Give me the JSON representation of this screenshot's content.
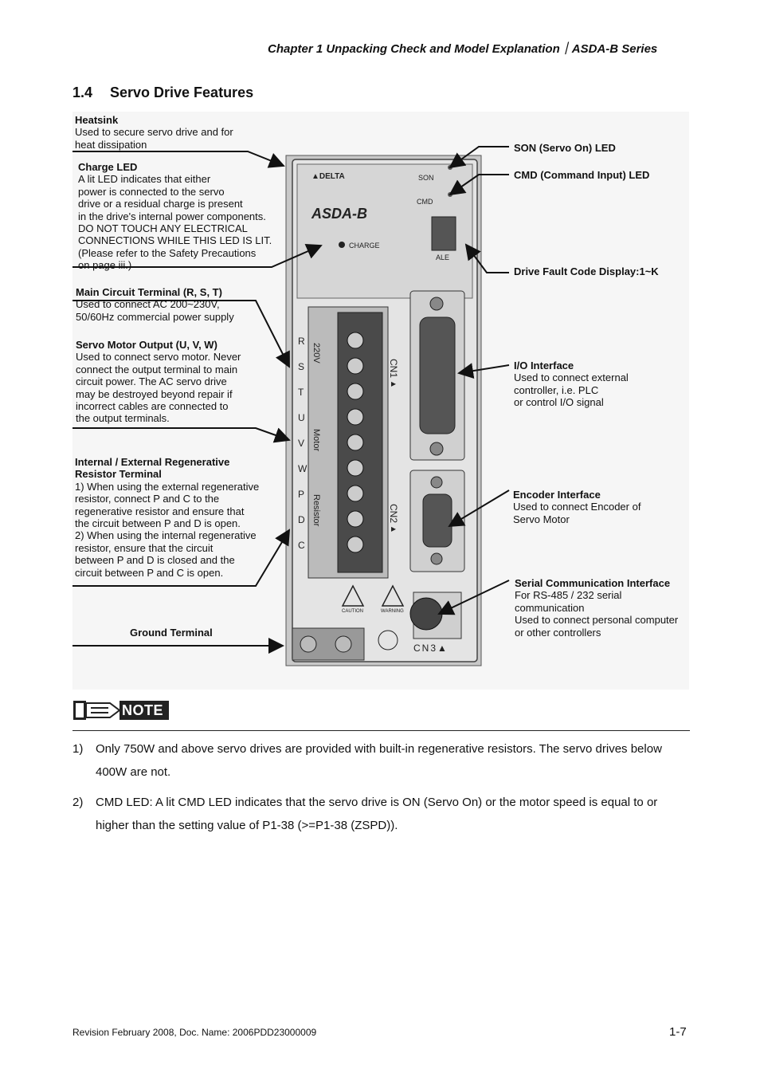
{
  "header": {
    "text": "Chapter 1  Unpacking Check and Model Explanation｜ASDA-B Series"
  },
  "section": {
    "number": "1.4",
    "title": "Servo Drive Features"
  },
  "figure": {
    "left_labels": [
      {
        "title": "Heatsink",
        "desc": "Used to secure servo drive and for\nheat dissipation"
      },
      {
        "title": "Charge LED",
        "desc": "A lit LED indicates that either\npower is connected to the servo\ndrive or a residual charge is present\nin the drive's internal power components.\nDO NOT TOUCH ANY ELECTRICAL\nCONNECTIONS WHILE THIS LED IS LIT.\n(Please refer to the Safety Precautions\n on page iii.)"
      },
      {
        "title": "Main Circuit Terminal (R, S, T)",
        "desc": "Used to connect AC 200~230V,\n50/60Hz commercial power supply"
      },
      {
        "title": "Servo Motor Output (U, V, W)",
        "desc": "Used to connect servo motor. Never\nconnect the output terminal to main\ncircuit power. The AC servo drive\nmay be destroyed beyond repair if\nincorrect cables are connected to\nthe output terminals."
      },
      {
        "title": "Internal / External Regenerative\nResistor Terminal",
        "desc": "1) When using the external regenerative\n    resistor, connect P and C to the\n    regenerative resistor and ensure that\n    the circuit between P and D is open.\n2) When using the internal regenerative\n    resistor, ensure that the circuit\n    between P and D is closed and the\n    circuit between P and C is open."
      },
      {
        "title": "Ground Terminal",
        "desc": ""
      }
    ],
    "right_labels": [
      {
        "title": "SON (Servo On) LED",
        "desc": ""
      },
      {
        "title": "CMD (Command Input) LED",
        "desc": ""
      },
      {
        "title": "Drive Fault Code Display:1~K",
        "desc": ""
      },
      {
        "title": "I/O Interface",
        "desc": "Used to connect external\ncontroller, i.e. PLC\nor control I/O signal"
      },
      {
        "title": "Encoder Interface",
        "desc": "Used to connect Encoder of\nServo Motor"
      },
      {
        "title": "Serial Communication Interface",
        "desc": "For RS-485 / 232 serial\ncommunication\nUsed to connect personal computer\nor other controllers"
      }
    ],
    "device": {
      "brand": "DELTA",
      "model": "ASDA-B",
      "son": "SON",
      "cmd": "CMD",
      "ale": "ALE",
      "charge": "CHARGE",
      "terminals": [
        "R",
        "S",
        "T",
        "U",
        "V",
        "W",
        "P",
        "D",
        "C"
      ],
      "group_220v": "220V",
      "group_motor": "Motor",
      "group_resistor": "Resistor",
      "cn1": "CN1",
      "cn2": "CN2",
      "cn3": "CN3",
      "caution": "CAUTION",
      "warning": "WARNING"
    }
  },
  "note": {
    "badge": "NOTE",
    "items": [
      {
        "num": "1)",
        "text": "Only 750W and above servo drives are provided with built-in regenerative resistors. The servo drives below 400W are not."
      },
      {
        "num": "2)",
        "text": "CMD LED: A lit CMD LED indicates that the servo drive is ON (Servo On) or the motor speed is equal to or higher than the setting value of P1-38 (>=P1-38 (ZSPD))."
      }
    ]
  },
  "footer": {
    "left": "Revision February 2008, Doc. Name: 2006PDD23000009",
    "right": "1-7"
  }
}
